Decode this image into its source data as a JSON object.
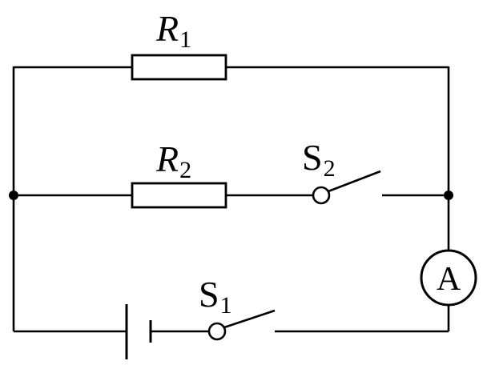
{
  "components": {
    "r1": {
      "symbol": "R",
      "subscript": "1"
    },
    "r2": {
      "symbol": "R",
      "subscript": "2"
    },
    "s1": {
      "symbol": "S",
      "subscript": "1"
    },
    "s2": {
      "symbol": "S",
      "subscript": "2"
    },
    "ammeter": {
      "letter": "A"
    }
  }
}
